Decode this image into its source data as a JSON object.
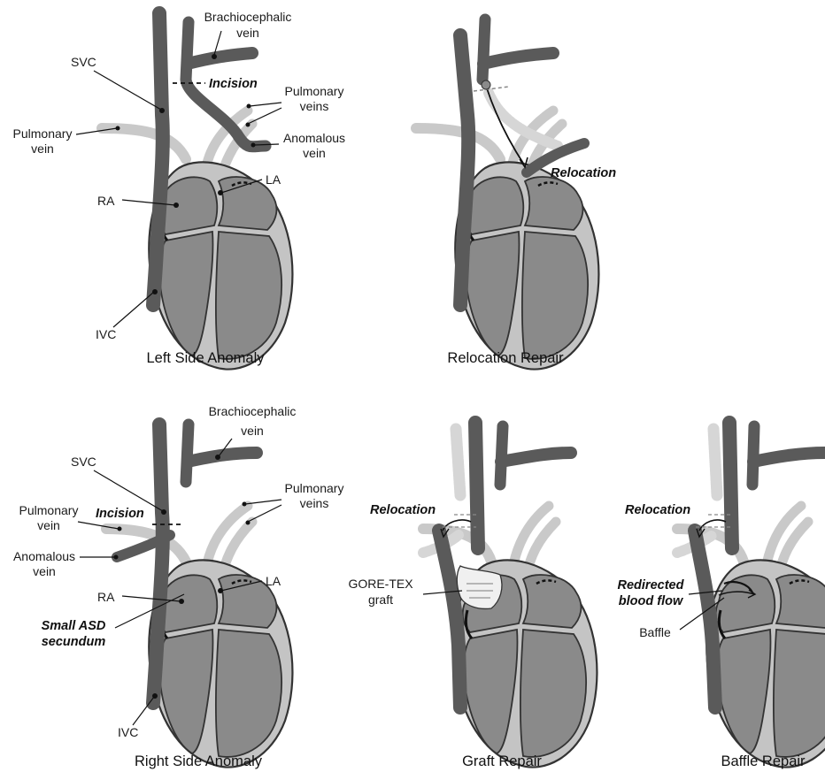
{
  "panels": {
    "left_side_anomaly": {
      "caption": "Left Side Anomaly",
      "labels": {
        "brachiocephalic_vein": [
          "Brachiocephalic",
          "vein"
        ],
        "svc": "SVC",
        "incision": "Incision",
        "pulmonary_veins": [
          "Pulmonary",
          "veins"
        ],
        "pulmonary_vein": [
          "Pulmonary",
          "vein"
        ],
        "anomalous_vein": [
          "Anomalous",
          "vein"
        ],
        "ra": "RA",
        "la": "LA",
        "ivc": "IVC"
      }
    },
    "relocation_repair": {
      "caption": "Relocation Repair",
      "labels": {
        "relocation": "Relocation"
      }
    },
    "right_side_anomaly": {
      "caption": "Right Side Anomaly",
      "labels": {
        "brachiocephalic_vein": [
          "Brachiocephalic",
          "vein"
        ],
        "svc": "SVC",
        "pulmonary_veins": [
          "Pulmonary",
          "veins"
        ],
        "pulmonary_vein": [
          "Pulmonary",
          "vein"
        ],
        "incision": "Incision",
        "anomalous_vein": [
          "Anomalous",
          "vein"
        ],
        "ra": "RA",
        "la": "LA",
        "small_asd": [
          "Small ASD",
          "secundum"
        ],
        "ivc": "IVC"
      }
    },
    "graft_repair": {
      "caption": "Graft Repair",
      "labels": {
        "relocation": "Relocation",
        "gore_tex": [
          "GORE-TEX",
          "graft"
        ]
      }
    },
    "baffle_repair": {
      "caption": "Baffle Repair",
      "labels": {
        "relocation": "Relocation",
        "redirected": [
          "Redirected",
          "blood flow"
        ],
        "baffle": "Baffle"
      }
    }
  }
}
